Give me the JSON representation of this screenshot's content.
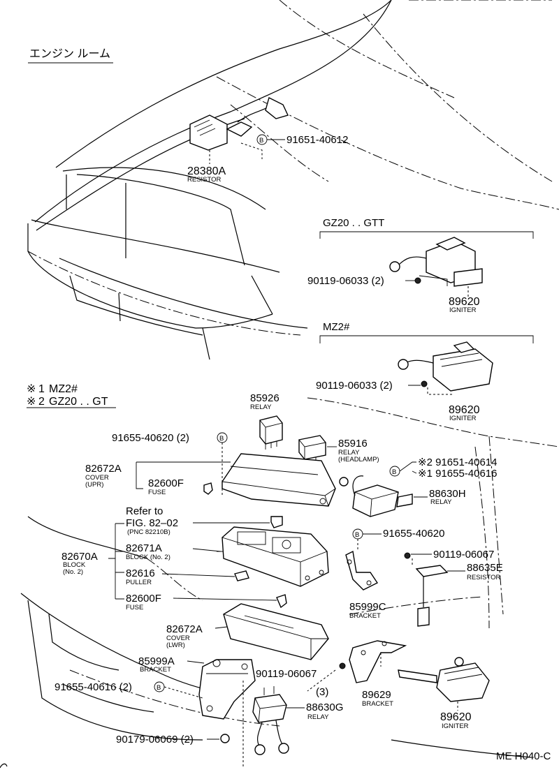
{
  "header": {
    "title": "エンジン ルーム"
  },
  "notes": {
    "mark": "※",
    "note1_num": "1",
    "note1_text": "MZ2#",
    "note2_num": "2",
    "note2_text": "GZ20 . . GT"
  },
  "variants": {
    "gz20_gtt": "GZ20 . . GTT",
    "mz2": "MZ2#"
  },
  "bolt_marker": "B",
  "refer": {
    "line1": "Refer to",
    "fig": "FIG. 82–02",
    "pnc": "(PNC 82210B)"
  },
  "parts": {
    "p28380A": {
      "num": "28380A",
      "desc": "RESISTOR"
    },
    "p91651_40612": {
      "num": "91651-40612"
    },
    "p90119_06033_a": {
      "num": "90119-06033 (2)"
    },
    "p89620_a": {
      "num": "89620",
      "desc": "IGNITER"
    },
    "p90119_06033_b": {
      "num": "90119-06033 (2)"
    },
    "p89620_b": {
      "num": "89620",
      "desc": "IGNITER"
    },
    "p85926": {
      "num": "85926",
      "desc": "RELAY"
    },
    "p91655_40620_a": {
      "num": "91655-40620 (2)"
    },
    "p85916": {
      "num": "85916",
      "desc1": "RELAY",
      "desc2": "(HEADLAMP)"
    },
    "p82672A_upr": {
      "num": "82672A",
      "desc1": "COVER",
      "desc2": "(UPR)"
    },
    "p82600F_a": {
      "num": "82600F",
      "desc": "FUSE"
    },
    "p91651_40614": {
      "num": "※2 91651-40614"
    },
    "p91655_40616_a": {
      "num": "※1 91655-40616"
    },
    "p88630H": {
      "num": "88630H",
      "desc": "RELAY"
    },
    "p91655_40620_b": {
      "num": "91655-40620"
    },
    "p82670A": {
      "num": "82670A",
      "desc1": "BLOCK",
      "desc2": "(No. 2)"
    },
    "p82671A": {
      "num": "82671A",
      "desc": "BLOCK (No. 2)"
    },
    "p82616": {
      "num": "82616",
      "desc": "PULLER"
    },
    "p82600F_b": {
      "num": "82600F",
      "desc": "FUSE"
    },
    "p90119_06067_a": {
      "num": "90119-06067"
    },
    "p88635E": {
      "num": "88635E",
      "desc": "RESISTOR"
    },
    "p85999C": {
      "num": "85999C",
      "desc": "BRACKET"
    },
    "p82672A_lwr": {
      "num": "82672A",
      "desc1": "COVER",
      "desc2": "(LWR)"
    },
    "p85999A": {
      "num": "85999A",
      "desc": "BRACKET"
    },
    "p90119_06067_b": {
      "num": "90119-06067"
    },
    "p91655_40616_b": {
      "num": "91655-40616 (2)"
    },
    "qty3": {
      "num": "(3)"
    },
    "p88630G": {
      "num": "88630G",
      "desc": "RELAY"
    },
    "p89629": {
      "num": "89629",
      "desc": "BRACKET"
    },
    "p89620_c": {
      "num": "89620",
      "desc": "IGNITER"
    },
    "p90179_06069": {
      "num": "90179-06069 (2)"
    }
  },
  "footer": {
    "code": "ME H040-C"
  }
}
